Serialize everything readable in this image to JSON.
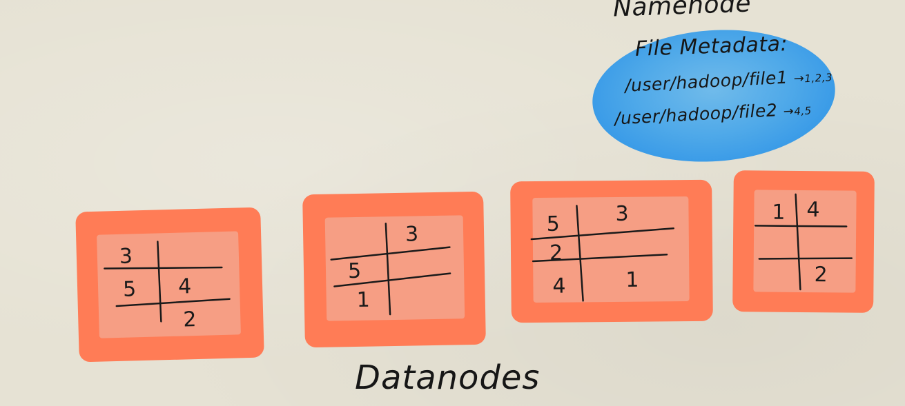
{
  "namenode": {
    "title": "Namenode",
    "metadata_title": "File Metadata:",
    "files": [
      {
        "path": "/user/hadoop/file1",
        "arrow": "→",
        "blocks": "1,2,3"
      },
      {
        "path": "/user/hadoop/file2",
        "arrow": "→",
        "blocks": "4,5"
      }
    ]
  },
  "datanodes": {
    "label": "Datanodes",
    "nodes": [
      {
        "cells": [
          "3",
          "5",
          "4",
          "2"
        ]
      },
      {
        "cells": [
          "3",
          "5",
          "1"
        ]
      },
      {
        "cells": [
          "5",
          "3",
          "2",
          "4",
          "1"
        ]
      },
      {
        "cells": [
          "1",
          "4",
          "2"
        ]
      }
    ]
  },
  "colors": {
    "background": "#e6e2d4",
    "namenode_fill": "#3d9ee9",
    "datanode_border": "#ff7c56",
    "datanode_fill": "#f69e84",
    "ink": "#1a1a1a"
  }
}
